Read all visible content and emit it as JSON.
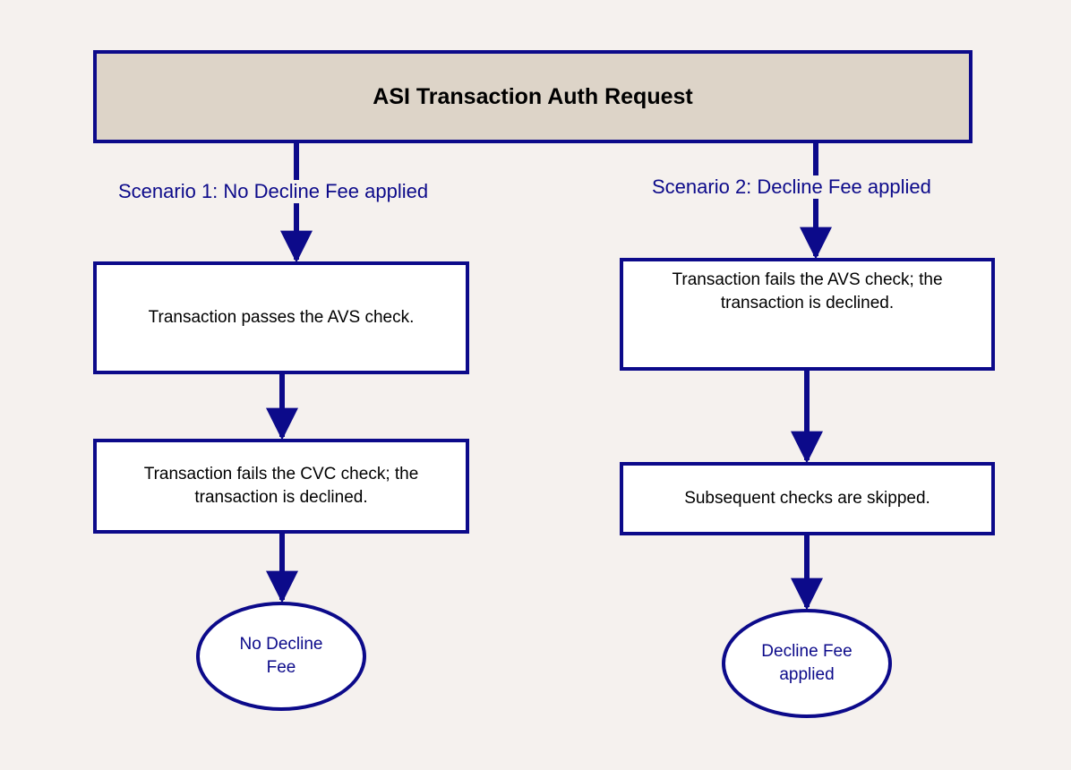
{
  "header": {
    "title": "ASI Transaction Auth Request"
  },
  "scenario1": {
    "label": "Scenario 1: No Decline Fee applied",
    "step1": "Transaction passes the AVS check.",
    "step2": "Transaction fails the CVC check; the transaction is declined.",
    "outcome": "No Decline Fee"
  },
  "scenario2": {
    "label": "Scenario 2: Decline Fee applied",
    "step1": "Transaction fails the AVS check; the transaction is declined.",
    "step2": "Subsequent checks are skipped.",
    "outcome": "Decline Fee applied"
  },
  "colors": {
    "stroke": "#0c0a8a",
    "header_fill": "#ddd4c8",
    "background": "#f5f1ee"
  }
}
